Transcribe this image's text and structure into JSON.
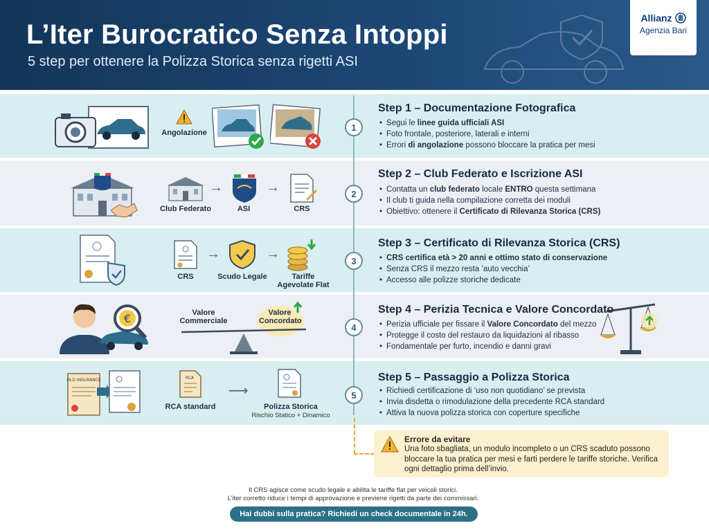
{
  "header": {
    "title": "L’Iter Burocratico Senza Intoppi",
    "subtitle": "5 step per ottenere la Polizza Storica senza rigetti ASI",
    "logo_brand": "Allianz",
    "logo_sub": "Agenzia Bari"
  },
  "colors": {
    "header": "#143559",
    "band_teal": "#d8eef0",
    "band_gray": "#eceff3",
    "accent": "#2c6f86",
    "warning": "#fbf0cf"
  },
  "steps": [
    {
      "number": "1",
      "title": "Step 1 – Documentazione Fotografica",
      "labels": [
        "Angolazione"
      ],
      "bullets": [
        [
          "Segui le ",
          "linee guida ufficiali ASI",
          ""
        ],
        [
          "Foto frontale, posteriore, laterali e interni",
          "",
          ""
        ],
        [
          "Errori ",
          "di angolazione",
          " possono bloccare la pratica per mesi"
        ]
      ]
    },
    {
      "number": "2",
      "title": "Step 2 – Club Federato e Iscrizione ASI",
      "labels": [
        "Club Federato",
        "ASI",
        "CRS"
      ],
      "bullets": [
        [
          "Contatta un ",
          "club federato",
          " locale "
        ],
        [
          "Il club ti guida nella compilazione corretta dei moduli",
          "",
          ""
        ],
        [
          "Obiettivo: ottenere il ",
          "Certificato di Rilevanza Storica (CRS)",
          ""
        ]
      ],
      "bullet1_tail_bold": "ENTRO",
      "bullet1_tail": " questa settimana"
    },
    {
      "number": "3",
      "title": "Step 3 – Certificato di Rilevanza Storica (CRS)",
      "labels": [
        "CRS",
        "Scudo Legale",
        "Tariffe Agevolate Flat"
      ],
      "bullets": [
        [
          "",
          "CRS certifica età > 20 anni e ottimo stato di conservazione",
          ""
        ],
        [
          "Senza CRS il mezzo resta ‘auto vecchia’",
          "",
          ""
        ],
        [
          "Accesso alle polizze storiche dedicate",
          "",
          ""
        ]
      ]
    },
    {
      "number": "4",
      "title": "Step 4 – Perizia Tecnica e Valore Concordato",
      "labels": [
        "Valore Commerciale",
        "Valore Concordato"
      ],
      "bullets": [
        [
          "Perizia ufficiale per fissare il ",
          "Valore Concordato",
          " del mezzo"
        ],
        [
          "Protegge il costo del restauro da liquidazioni al ribasso",
          "",
          ""
        ],
        [
          "Fondamentale per furto, incendio e danni gravi",
          "",
          ""
        ]
      ]
    },
    {
      "number": "5",
      "title": "Step 5 – Passaggio a Polizza Storica",
      "labels": [
        "RCA standard",
        "Polizza Storica",
        "Rischio Statico + Dinamico",
        "OLD INSURANCE",
        "RCA"
      ],
      "bullets": [
        [
          "Richiedi certificazione di ‘uso non quotidiano’ se prevista",
          "",
          ""
        ],
        [
          "Invia disdetta o rimodulazione della precedente RCA standard",
          "",
          ""
        ],
        [
          "Attiva la nuova polizza storica con coperture specifiche",
          "",
          ""
        ]
      ]
    }
  ],
  "warning": {
    "title": "Errore da evitare",
    "text": "Una foto sbagliata, un modulo incompleto o un CRS scaduto possono bloccare la tua pratica per mesi e farti perdere le tariffe storiche. Verifica ogni dettaglio prima dell’invio."
  },
  "footer": {
    "line1": "Il CRS agisce come scudo legale e abilita le tariffe flat per veicoli storici.",
    "line2": "L’iter corretto riduce i tempi di approvazione e previene rigetti da parte dei commissari.",
    "cta": "Hai dubbi sulla pratica? Richiedi un check documentale in 24h."
  }
}
